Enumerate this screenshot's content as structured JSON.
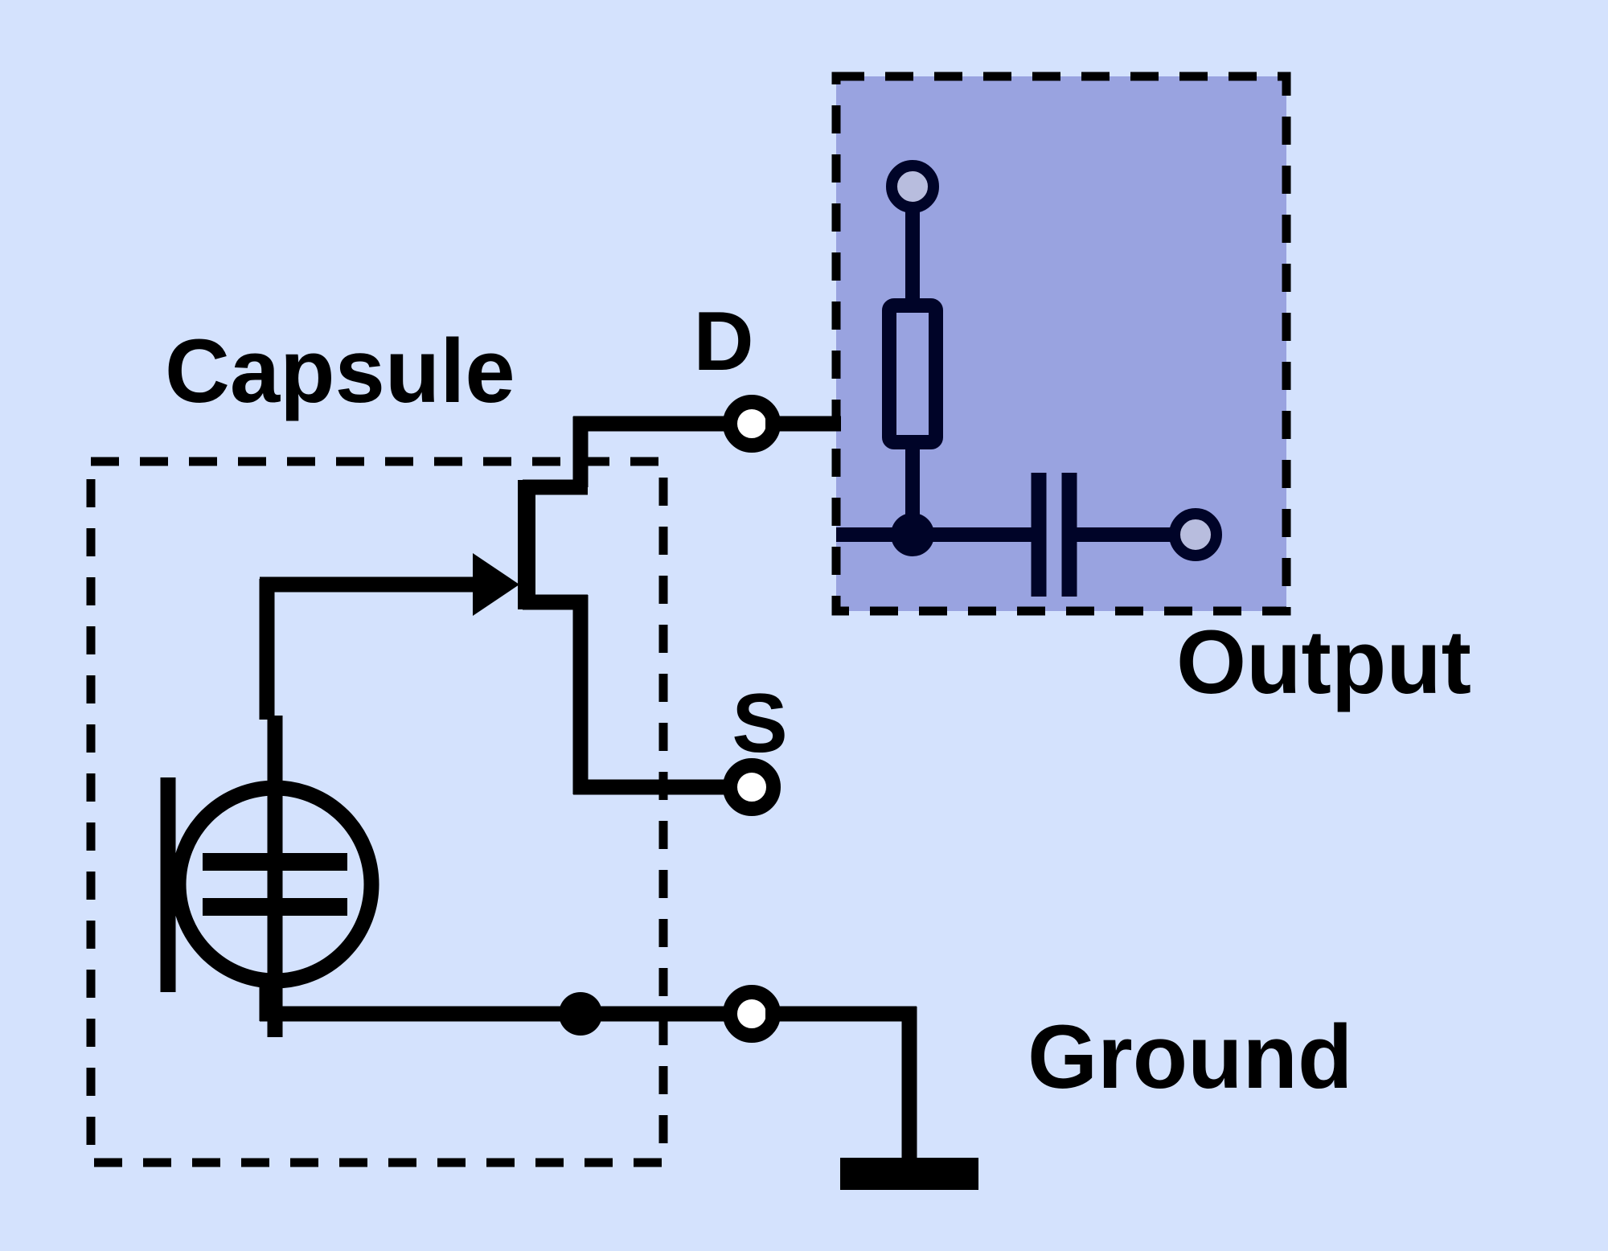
{
  "diagram": {
    "title_labels": {
      "capsule": "Capsule",
      "output": "Output",
      "ground": "Ground"
    },
    "terminal_labels": {
      "drain": "D",
      "source": "S"
    },
    "colors": {
      "background": "#d4e2fd",
      "wire": "#000000",
      "output_box_fill": "#99a3e0",
      "output_box_stroke": "#000000",
      "output_wire": "#000428",
      "terminal_fill_outside": "#ffffff",
      "terminal_fill_inside": "#b8bdde",
      "dashed_border": "#000000"
    },
    "components": [
      {
        "name": "microphone-capsule",
        "type": "condenser-capsule",
        "inside": "Capsule"
      },
      {
        "name": "jfet-transistor",
        "type": "n-channel-jfet",
        "inside": "Capsule"
      },
      {
        "name": "load-resistor",
        "type": "resistor",
        "inside": "Output"
      },
      {
        "name": "coupling-capacitor",
        "type": "capacitor",
        "inside": "Output"
      },
      {
        "name": "earth-ground",
        "type": "ground",
        "inside": "none"
      }
    ],
    "terminals": [
      {
        "name": "drain-terminal",
        "label": "D",
        "style": "open-white"
      },
      {
        "name": "source-terminal",
        "label": "S",
        "style": "open-white"
      },
      {
        "name": "ground-terminal",
        "label": "",
        "style": "open-white"
      },
      {
        "name": "supply-terminal",
        "label": "",
        "style": "open-lavender"
      },
      {
        "name": "output-terminal",
        "label": "",
        "style": "open-lavender"
      }
    ],
    "junction_dots": 2
  }
}
